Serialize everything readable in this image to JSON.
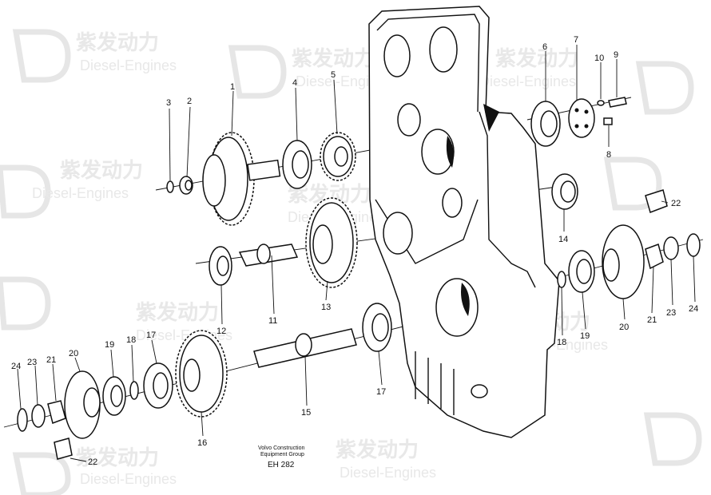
{
  "watermark": {
    "brand_cn": "紫发动力",
    "brand_en": "Diesel-Engines"
  },
  "caption": {
    "line1": "Volvo Construction",
    "line2": "Equipment Group",
    "code": "EH 282"
  },
  "callouts": [
    {
      "id": "c1",
      "text": "1"
    },
    {
      "id": "c2",
      "text": "2"
    },
    {
      "id": "c3",
      "text": "3"
    },
    {
      "id": "c4",
      "text": "4"
    },
    {
      "id": "c5",
      "text": "5"
    },
    {
      "id": "c6",
      "text": "6"
    },
    {
      "id": "c7",
      "text": "7"
    },
    {
      "id": "c8",
      "text": "8"
    },
    {
      "id": "c9",
      "text": "9"
    },
    {
      "id": "c10",
      "text": "10"
    },
    {
      "id": "c11",
      "text": "11"
    },
    {
      "id": "c12",
      "text": "12"
    },
    {
      "id": "c13",
      "text": "13"
    },
    {
      "id": "c14",
      "text": "14"
    },
    {
      "id": "c15",
      "text": "15"
    },
    {
      "id": "c16",
      "text": "16"
    },
    {
      "id": "c17a",
      "text": "17"
    },
    {
      "id": "c17b",
      "text": "17"
    },
    {
      "id": "c18a",
      "text": "18"
    },
    {
      "id": "c18b",
      "text": "18"
    },
    {
      "id": "c19a",
      "text": "19"
    },
    {
      "id": "c19b",
      "text": "19"
    },
    {
      "id": "c20a",
      "text": "20"
    },
    {
      "id": "c20b",
      "text": "20"
    },
    {
      "id": "c21a",
      "text": "21"
    },
    {
      "id": "c21b",
      "text": "21"
    },
    {
      "id": "c22a",
      "text": "22"
    },
    {
      "id": "c22b",
      "text": "22"
    },
    {
      "id": "c23a",
      "text": "23"
    },
    {
      "id": "c23b",
      "text": "23"
    },
    {
      "id": "c24a",
      "text": "24"
    },
    {
      "id": "c24b",
      "text": "24"
    }
  ]
}
